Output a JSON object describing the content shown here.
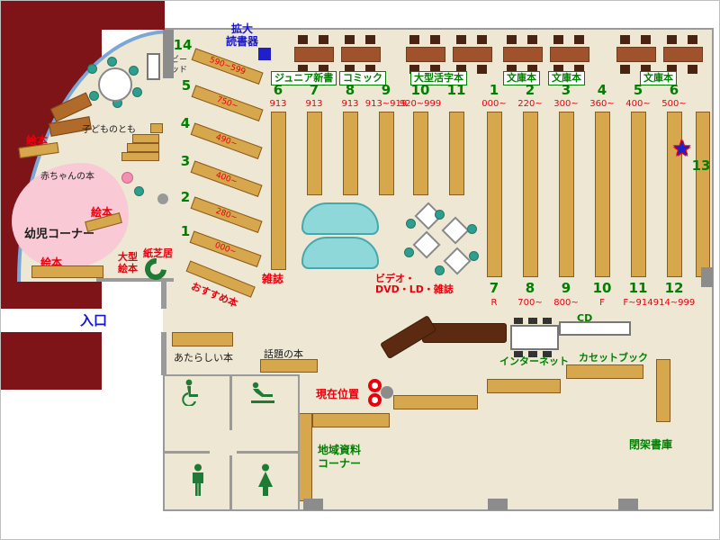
{
  "colors": {
    "maroon": "#7E1418",
    "floor": "#EDE7D4",
    "shelf_tan": "#D7A74E",
    "table_brown": "#A0522D",
    "counter_brown": "#5B2A10",
    "cyan_shelf": "#8FD8DA",
    "wall_grey": "#9A9A9A",
    "green_text": "#007F00",
    "red_text": "#E8000D",
    "blue_text": "#1414D2",
    "pink_area": "#F9C9D5",
    "teal_chair": "#2E9E8F"
  },
  "labels": {
    "entrance": "入口",
    "magnifier_line1": "拡大",
    "magnifier_line2": "読書器",
    "junior_shinsho": "ジュニア新書",
    "comic": "コミック",
    "large_print": "大型活字本",
    "bunko": "文庫本",
    "magazines": "雑誌",
    "video_line1": "ビデオ・",
    "video_line2": "DVD・LD・雑誌",
    "internet": "インターネット",
    "cd": "CD",
    "cassette_book": "カセットブック",
    "closed_stacks": "閉架書庫",
    "local_materials_line1": "地域資料",
    "local_materials_line2": "コーナー",
    "current_position": "現在位置",
    "new_books": "あたらしい本",
    "topical_books": "話題の本",
    "recommended_books": "おすすめ本",
    "picture_books": "絵本",
    "large_picture_line1": "大型",
    "large_picture_line2": "絵本",
    "kamishibai": "紙芝居",
    "toddler_corner": "幼児コーナー",
    "baby_books": "赤ちゃんの本",
    "kodomo_no_tomo": "子どものとも",
    "baby_bed_line1": "ベビー",
    "baby_bed_line2": "ベッド",
    "shelf_13": "13",
    "star": "★"
  },
  "fan_shelves": [
    {
      "num": "14",
      "range": "590~599"
    },
    {
      "num": "5",
      "range": "750~"
    },
    {
      "num": "4",
      "range": "490~"
    },
    {
      "num": "3",
      "range": "400~"
    },
    {
      "num": "2",
      "range": "280~"
    },
    {
      "num": "1",
      "range": "000~"
    }
  ],
  "center_columns": [
    {
      "num": "6",
      "range": "913"
    },
    {
      "num": "7",
      "range": "913"
    },
    {
      "num": "8",
      "range": "913"
    },
    {
      "num": "9",
      "range": "913~919"
    },
    {
      "num": "10",
      "range": "920~999"
    },
    {
      "num": "11",
      "range": ""
    }
  ],
  "right_columns_top": [
    {
      "num": "1",
      "range": "000~"
    },
    {
      "num": "2",
      "range": "220~"
    },
    {
      "num": "3",
      "range": "300~"
    },
    {
      "num": "4",
      "range": "360~"
    },
    {
      "num": "5",
      "range": "400~"
    },
    {
      "num": "6",
      "range": "500~"
    }
  ],
  "right_columns_bottom": [
    {
      "num": "7",
      "range": "R"
    },
    {
      "num": "8",
      "range": "700~"
    },
    {
      "num": "9",
      "range": "800~"
    },
    {
      "num": "10",
      "range": "F"
    },
    {
      "num": "11",
      "range": "F~914"
    },
    {
      "num": "12",
      "range": "914~999"
    }
  ]
}
